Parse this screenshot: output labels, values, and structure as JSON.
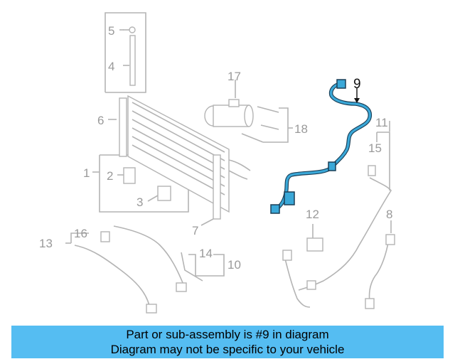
{
  "callouts": {
    "c1": "1",
    "c2": "2",
    "c3": "3",
    "c4": "4",
    "c5": "5",
    "c6": "6",
    "c7": "7",
    "c8": "8",
    "c9": "9",
    "c10": "10",
    "c11": "11",
    "c12": "12",
    "c13": "13",
    "c14": "14",
    "c15": "15",
    "c16": "16",
    "c17": "17",
    "c18": "18"
  },
  "highlight_part": "9",
  "colors": {
    "highlight": "#3aa8d8",
    "parts": "#b4b4b4",
    "banner": "#55bdf2"
  },
  "banner": {
    "line1": "Part or sub-assembly is #9 in diagram",
    "line2": "Diagram may not be specific to your vehicle"
  }
}
